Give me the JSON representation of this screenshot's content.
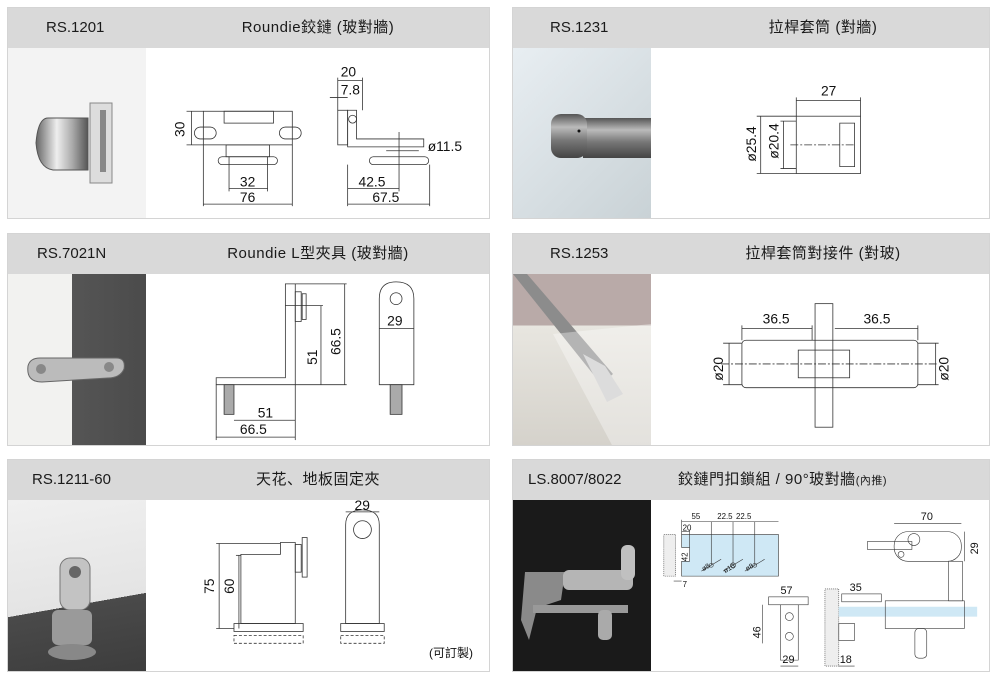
{
  "products": [
    {
      "code": "RS.1201",
      "title": "Roundie鉸鏈 (玻對牆)",
      "photo_icon": "glass-hinge-photo",
      "dimensions": {
        "height": "30",
        "hole_spacing": "32",
        "width": "76",
        "side_top": "20",
        "side_offset": "7.8",
        "hole_diameter": "ø11.5",
        "side_depth_inner": "42.5",
        "side_depth": "67.5"
      }
    },
    {
      "code": "RS.1231",
      "title": "拉桿套筒 (對牆)",
      "photo_icon": "rod-sleeve-photo",
      "dimensions": {
        "length": "27",
        "outer_diameter": "ø25.4",
        "inner_diameter": "ø20.4"
      }
    },
    {
      "code": "RS.7021N",
      "title": "Roundie L型夾具 (玻對牆)",
      "photo_icon": "l-clamp-photo",
      "dimensions": {
        "vertical_inner": "51",
        "vertical_outer": "66.5",
        "horizontal_inner": "51",
        "horizontal_outer": "66.5",
        "front_width": "29"
      }
    },
    {
      "code": "RS.1253",
      "title": "拉桿套筒對接件 (對玻)",
      "photo_icon": "rod-connector-photo",
      "dimensions": {
        "left_length": "36.5",
        "right_length": "36.5",
        "left_diameter": "ø20",
        "right_diameter": "ø20"
      }
    },
    {
      "code": "RS.1211-60",
      "title": "天花、地板固定夾",
      "photo_icon": "floor-clamp-photo",
      "note": "(可訂製)",
      "dimensions": {
        "overall_height": "75",
        "inner_height": "60",
        "front_width": "29"
      }
    },
    {
      "code": "LS.8007/8022",
      "title_main": "鉸鏈門扣鎖組  / 90°玻對牆",
      "title_suffix": "(內推)",
      "photo_icon": "door-latch-photo",
      "dimensions": {
        "d55": "55",
        "d22a": "22.5",
        "d22b": "22.5",
        "d20": "20",
        "d42": "42",
        "d7": "7",
        "hole8a": "ø8",
        "hole10": "ø10",
        "hole8b": "ø8",
        "d70": "70",
        "d29a": "29",
        "d57": "57",
        "d46": "46",
        "d29b": "29",
        "d35": "35",
        "d18": "18"
      }
    }
  ],
  "colors": {
    "header": "#d9d9d9",
    "glass": "#cfe8f5",
    "border": "#d4d4d4"
  }
}
